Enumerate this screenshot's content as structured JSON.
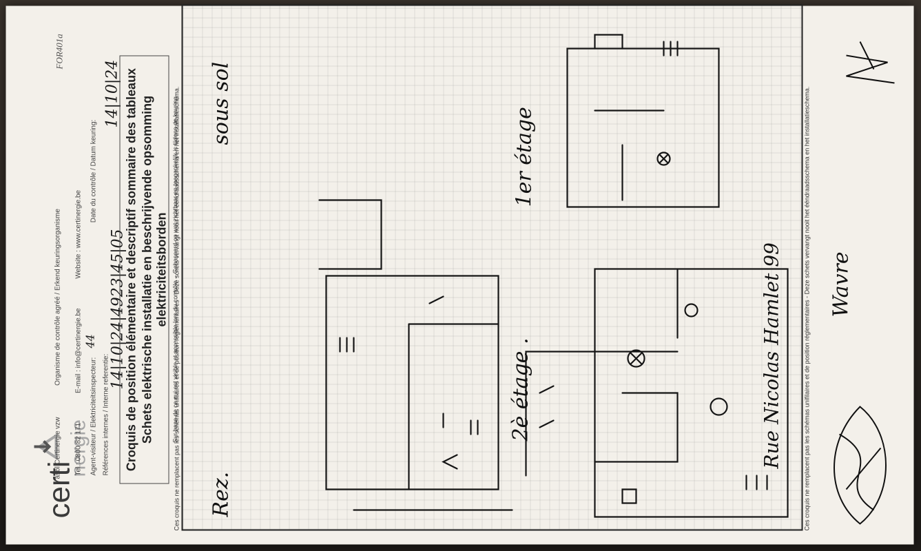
{
  "form_code": "FOR401a",
  "header": {
    "logo_certi": "certi",
    "logo_nergie": "nergie",
    "org_name": "asbl Certinergie vzw",
    "org_type": "Organisme de contrôle agréé / Erkend keuringsorganisme",
    "tel": "Tel.: 0800 82 171",
    "email": "E-mail : info@certinergie.be",
    "website": "Website : www.certinergie.be",
    "agent_label": "Agent-visiteur / Elektriciteitsinspecteur:",
    "date_label": "Date du contrôle / Datum keuring:",
    "ref_label": "Références internes / Interne referentie:"
  },
  "handwriting": {
    "agent": "44",
    "reference": "14|10|24|4923|45|05",
    "date": "14|10|24"
  },
  "title": {
    "fr": "Croquis de position élémentaire et descriptif sommaire des tableaux",
    "nl": "Schets elektrische installatie en beschrijvende opsomming elektriciteitsborden",
    "sub": "Sur base de ce qui est visible et accessible lors du contrôle – Gebaseerd op wat zichtbaar en toegankelijk is tijdens de keuring"
  },
  "notes": {
    "top": "Ces croquis ne remplacent pas les schémas unifilaires et de position réglementaires - Deze schets vervangt nooit het ééndraadsschema en het installatieschema.",
    "bottom": "Ces croquis ne remplacent pas les schémas unifilaires et de position réglementaires - Deze schets vervangt nooit het ééndraadsschema en het installatieschema."
  },
  "sketch_labels": {
    "floor_rdc": "Rez.",
    "floor_sous_sol": "sous sol",
    "floor_1er": "1er étage",
    "floor_2e": "2è étage .",
    "address_line1": "Rue Nicolas Hamlet 99",
    "address_line2": "Wavre"
  }
}
